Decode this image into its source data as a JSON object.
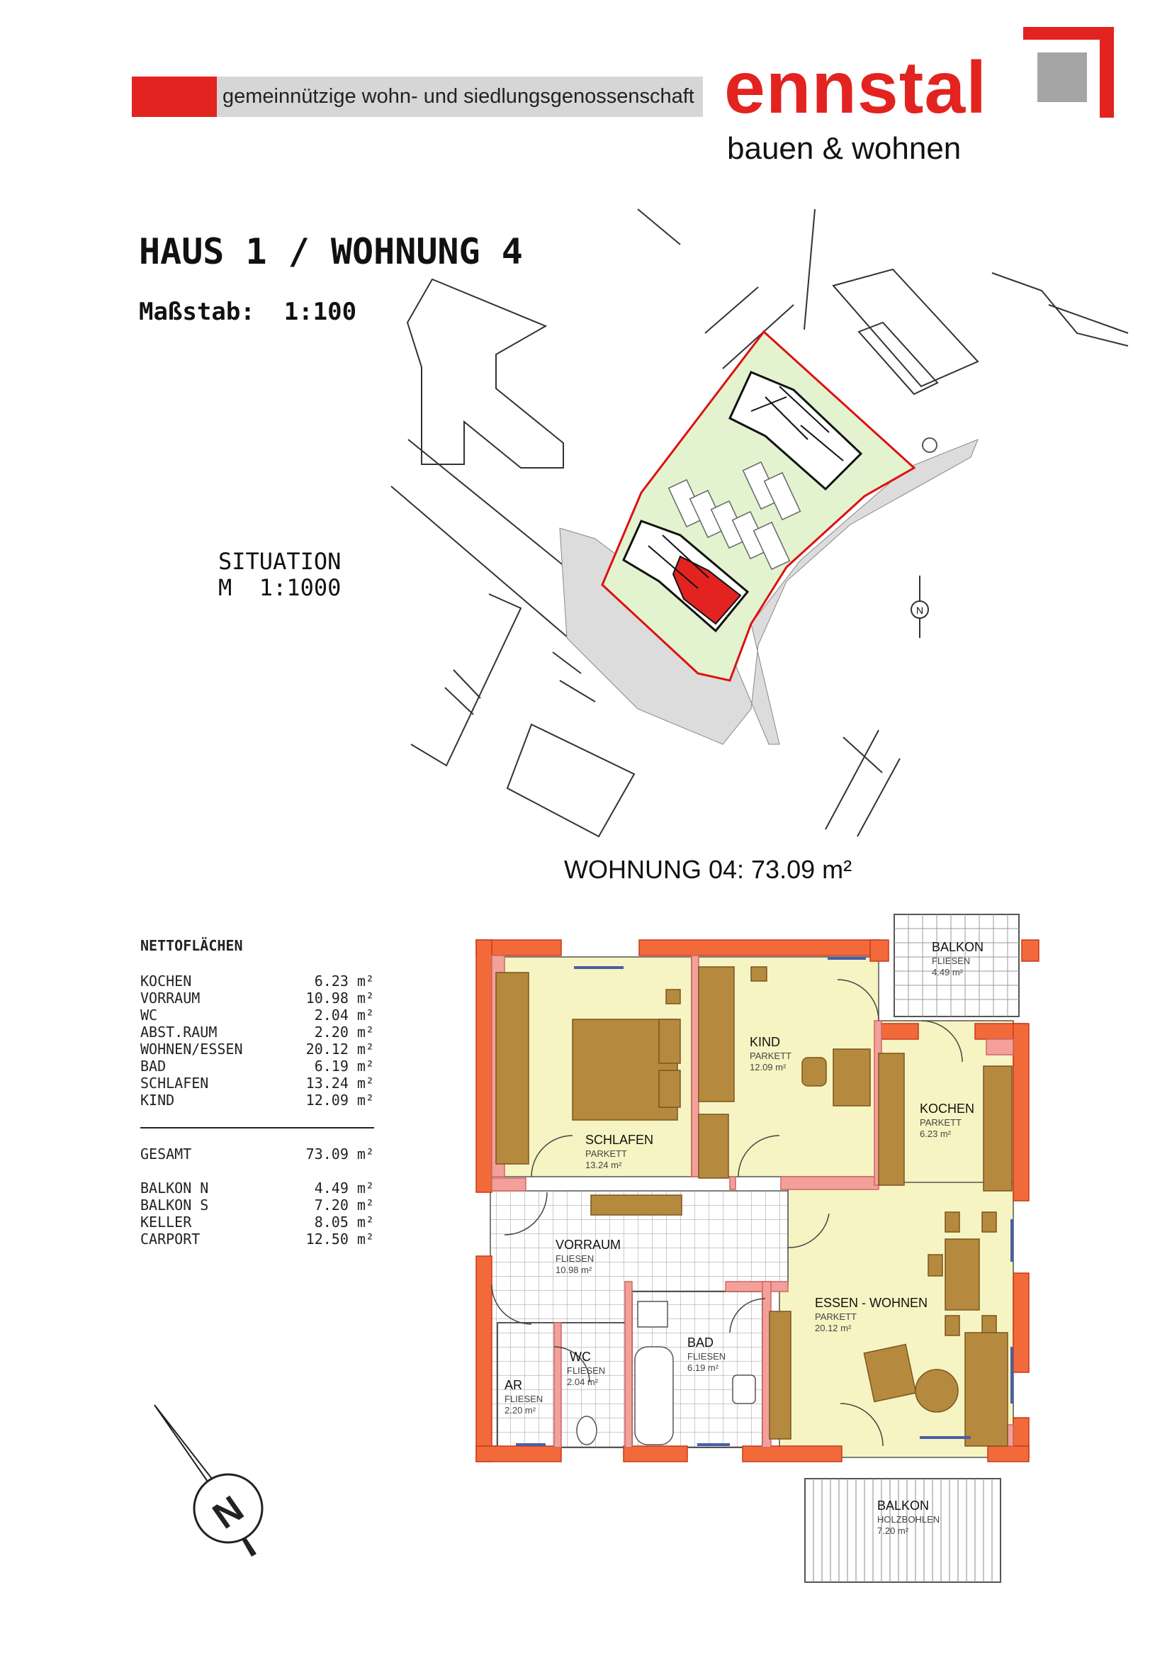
{
  "header": {
    "tagline": "gemeinnützige wohn- und siedlungsgenossenschaft",
    "logo_word": "ennstal",
    "logo_sub": "bauen & wohnen"
  },
  "title": "HAUS 1 / WOHNUNG 4",
  "scale": "Maßstab:  1:100",
  "situation": {
    "label": "SITUATION",
    "scale": "M  1:1000"
  },
  "apartment_area": "WOHNUNG 04:  73.09 m²",
  "compass_label": "N",
  "net_areas": {
    "heading": "NETTOFLÄCHEN",
    "rooms": [
      {
        "name": "KOCHEN",
        "value": "6.23 m²"
      },
      {
        "name": "VORRAUM",
        "value": "10.98 m²"
      },
      {
        "name": "WC",
        "value": "2.04 m²"
      },
      {
        "name": "ABST.RAUM",
        "value": "2.20 m²"
      },
      {
        "name": "WOHNEN/ESSEN",
        "value": "20.12 m²"
      },
      {
        "name": "BAD",
        "value": "6.19 m²"
      },
      {
        "name": "SCHLAFEN",
        "value": "13.24 m²"
      },
      {
        "name": "KIND",
        "value": "12.09 m²"
      }
    ],
    "total": {
      "name": "GESAMT",
      "value": "73.09 m²"
    },
    "extras": [
      {
        "name": "BALKON N",
        "value": "4.49 m²"
      },
      {
        "name": "BALKON S",
        "value": "7.20 m²"
      },
      {
        "name": "KELLER",
        "value": "8.05 m²"
      },
      {
        "name": "CARPORT",
        "value": "12.50 m²"
      }
    ]
  },
  "plan_rooms": [
    {
      "name": "BALKON",
      "floor": "FLIESEN",
      "area": "4.49 m²"
    },
    {
      "name": "KIND",
      "floor": "PARKETT",
      "area": "12.09 m²"
    },
    {
      "name": "KOCHEN",
      "floor": "PARKETT",
      "area": "6.23 m²"
    },
    {
      "name": "SCHLAFEN",
      "floor": "PARKETT",
      "area": "13.24 m²"
    },
    {
      "name": "VORRAUM",
      "floor": "FLIESEN",
      "area": "10.98 m²"
    },
    {
      "name": "ESSEN - WOHNEN",
      "floor": "PARKETT",
      "area": "20.12 m²"
    },
    {
      "name": "BAD",
      "floor": "FLIESEN",
      "area": "6.19 m²"
    },
    {
      "name": "WC",
      "floor": "FLIESEN",
      "area": "2.04 m²"
    },
    {
      "name": "AR",
      "floor": "FLIESEN",
      "area": "2.20 m²"
    },
    {
      "name": "BALKON",
      "floor": "HOLZBOHLEN",
      "area": "7.20 m²"
    }
  ],
  "colors": {
    "brand_red": "#e3231f",
    "wall_orange": "#f26a3a",
    "wall_pink": "#f4a09a",
    "room_yellow": "#f6f4c2",
    "furniture": "#b58a3e",
    "lawn": "#e3f3cf"
  }
}
